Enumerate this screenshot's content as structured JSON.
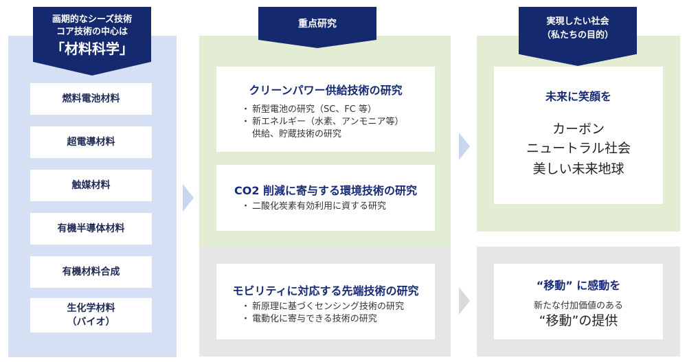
{
  "seeds": {
    "banner_line1": "画期的なシーズ技術",
    "banner_line2": "コア技術の中心は",
    "banner_line3": "「材料科学」",
    "materials": [
      "燃料電池材料",
      "超電導材料",
      "触媒材料",
      "有機半導体材料",
      "有機材料合成",
      "生化学材料",
      "（バイオ）"
    ]
  },
  "research": {
    "banner": "重点研究",
    "cards": [
      {
        "title": "クリーンパワー供給技術の研究",
        "items": [
          "新型電池の研究（SC、FC 等）",
          "新エネルギー（水素、アンモニア等）",
          "供給、貯蔵技術の研究"
        ]
      },
      {
        "title": "CO2 削減に寄与する環境技術の研究",
        "items": [
          "二酸化炭素有効利用に資する研究"
        ]
      },
      {
        "title": "モビリティに対応する先端技術の研究",
        "items": [
          "新原理に基づくセンシング技術の研究",
          "電動化に寄与できる技術の研究"
        ]
      }
    ]
  },
  "society": {
    "banner_line1": "実現したい社会",
    "banner_line2": "（私たちの目的）",
    "goal1": {
      "heading": "未来に笑顔を",
      "line1": "カーボン",
      "line2": "ニュートラル社会",
      "line3": "美しい未来地球"
    },
    "goal2": {
      "heading": "“移動” に感動を",
      "sub": "新たな付加価値のある",
      "main": "“移動”の提供"
    }
  },
  "colors": {
    "navy": "#152a6e",
    "blue_bg": "#d5e0f5",
    "green_bg": "#e2edd4",
    "gray_bg": "#e6e6e6"
  }
}
